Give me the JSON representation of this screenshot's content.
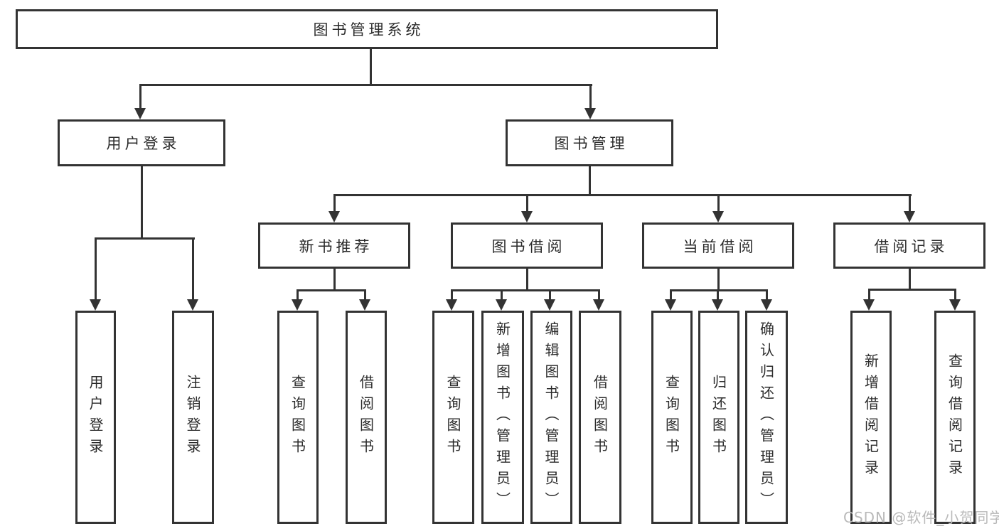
{
  "tree": {
    "label": "图书管理系统",
    "children": [
      {
        "label": "用户登录",
        "children": [
          {
            "label": "用户登录"
          },
          {
            "label": "注销登录"
          }
        ]
      },
      {
        "label": "图书管理",
        "children": [
          {
            "label": "新书推荐",
            "children": [
              {
                "label": "查询图书"
              },
              {
                "label": "借阅图书"
              }
            ]
          },
          {
            "label": "图书借阅",
            "children": [
              {
                "label": "查询图书"
              },
              {
                "label": "新增图书（管理员）"
              },
              {
                "label": "编辑图书（管理员）"
              },
              {
                "label": "借阅图书"
              }
            ]
          },
          {
            "label": "当前借阅",
            "children": [
              {
                "label": "查询图书"
              },
              {
                "label": "归还图书"
              },
              {
                "label": "确认归还（管理员）"
              }
            ]
          },
          {
            "label": "借阅记录",
            "children": [
              {
                "label": "新增借阅记录"
              },
              {
                "label": "查询借阅记录"
              }
            ]
          }
        ]
      }
    ]
  },
  "watermark": {
    "text": "CSDN @软件_小贺同学"
  },
  "colors": {
    "line": "#333333",
    "box_background": "#ffffff",
    "text": "#2b2b2b",
    "watermark": "#b9b9b9"
  }
}
